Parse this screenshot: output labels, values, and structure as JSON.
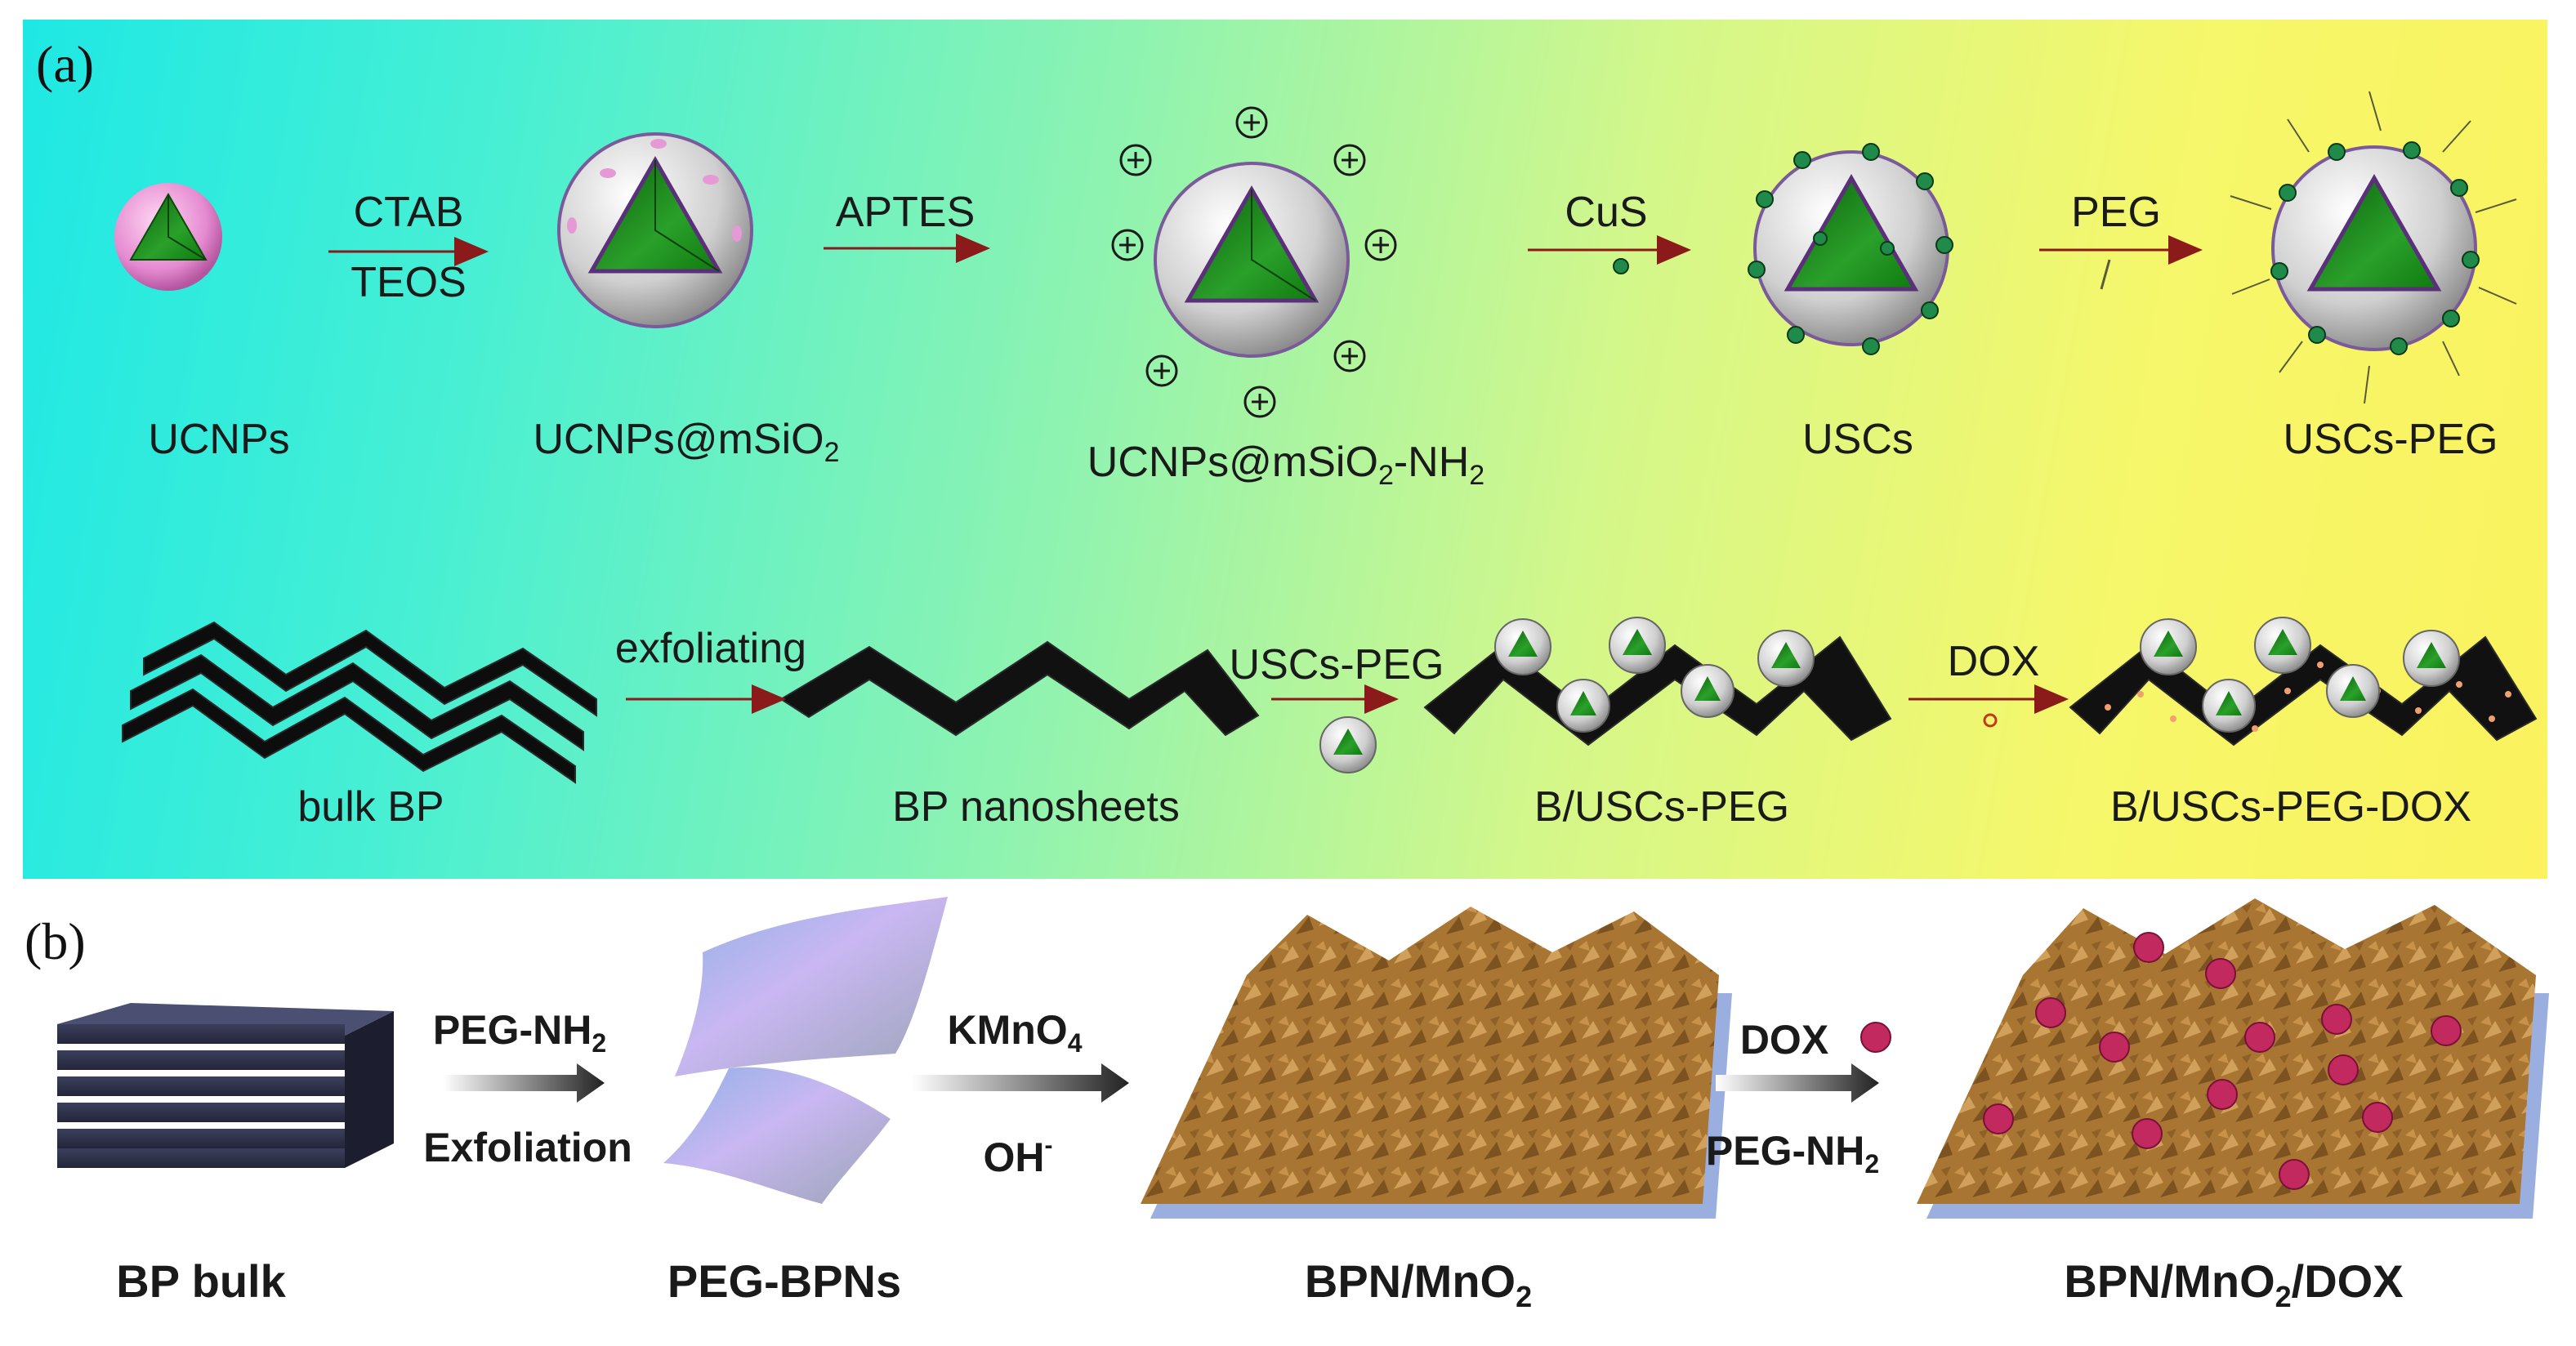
{
  "panel_a": {
    "label": "(a)",
    "row1": {
      "stages": [
        "UCNPs",
        "UCNPs@mSiO",
        "UCNPs@mSiO",
        "USCs",
        "USCs-PEG"
      ],
      "stage2_sub": "2",
      "stage3_sub": "2",
      "stage3_tail": "-NH",
      "stage3_tail_sub": "2",
      "arrow1_top": "CTAB",
      "arrow1_bottom": "TEOS",
      "arrow2_top": "APTES",
      "arrow3_top": "CuS",
      "arrow4_top": "PEG"
    },
    "row2": {
      "stages": [
        "bulk BP",
        "BP nanosheets",
        "B/USCs-PEG",
        "B/USCs-PEG-DOX"
      ],
      "arrow1_top": "exfoliating",
      "arrow2_top": "USCs-PEG",
      "arrow3_top": "DOX"
    }
  },
  "panel_b": {
    "label": "(b)",
    "stage1": "BP bulk",
    "stage2": "PEG-BPNs",
    "stage3": "BPN/MnO",
    "stage3_sub": "2",
    "stage4_a": "BPN/MnO",
    "stage4_sub": "2",
    "stage4_b": "/DOX",
    "arrow1_top": "PEG-NH",
    "arrow1_top_sub": "2",
    "arrow1_bottom": "Exfoliation",
    "arrow2_top": "KMnO",
    "arrow2_top_sub": "4",
    "arrow2_bottom": "OH",
    "arrow2_bottom_sup": "-",
    "arrow3_top": "DOX",
    "arrow3_bottom": "PEG-NH",
    "arrow3_bottom_sub": "2"
  },
  "colors": {
    "core_green": "#1f8a1f",
    "shell_pink": "#e58ad0",
    "arrow_red": "#8b1a1a",
    "sheet_black": "#111111",
    "brown_mno2": "#a87632",
    "dox_pink": "#c2295f"
  }
}
